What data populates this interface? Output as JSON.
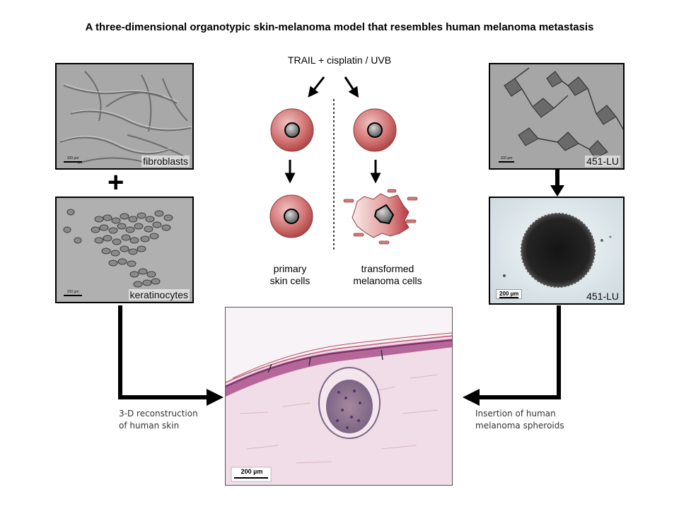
{
  "title": "A three-dimensional organotypic skin-melanoma model that resembles human melanoma metastasis",
  "treatment": "TRAIL + cisplatin / UVB",
  "panels": {
    "fibroblasts": {
      "caption": "fibroblasts",
      "scale": "100 µm"
    },
    "keratinocytes": {
      "caption": "keratinocytes",
      "scale": "100 µm"
    },
    "cells451": {
      "caption": "451-LU",
      "scale": "100 µm"
    },
    "spheroid": {
      "caption": "451-LU",
      "scale": "200 µm"
    },
    "histology": {
      "scale": "200 µm"
    }
  },
  "plus_sign": "+",
  "cell_labels": {
    "primary_line1": "primary",
    "primary_line2": "skin cells",
    "transformed_line1": "transformed",
    "transformed_line2": "melanoma cells"
  },
  "notes": {
    "left_line1": "3-D reconstruction",
    "left_line2": "of human skin",
    "right_line1": "Insertion of human",
    "right_line2": "melanoma spheroids"
  }
}
